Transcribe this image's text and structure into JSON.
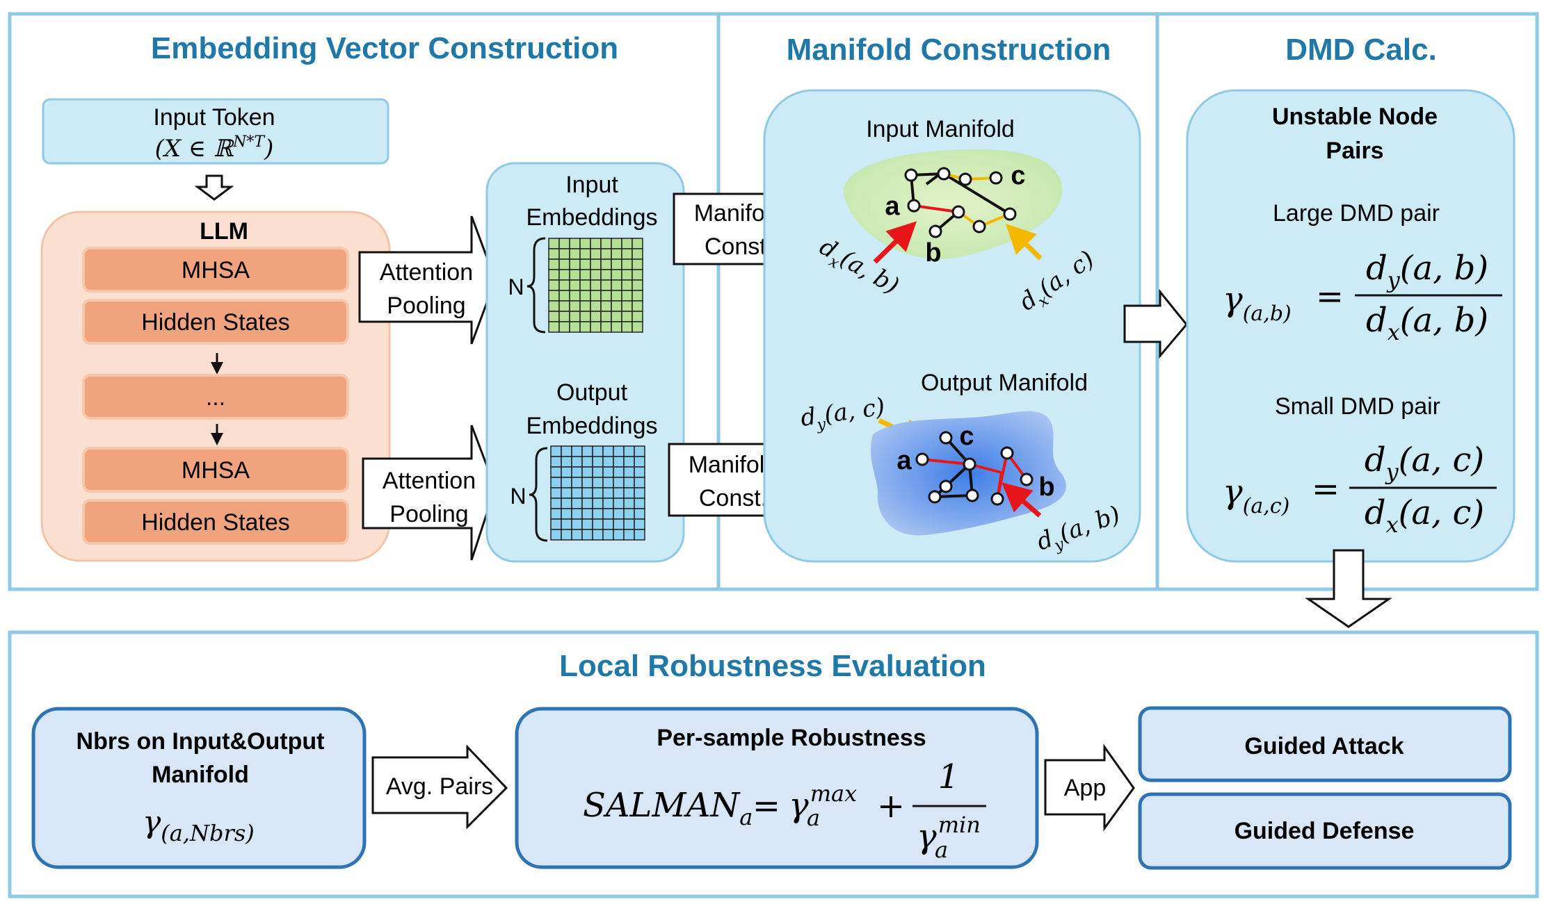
{
  "sections": {
    "embedding": "Embedding Vector Construction",
    "manifold": "Manifold Construction",
    "dmd": "DMD Calc.",
    "local": "Local Robustness Evaluation"
  },
  "input_token": {
    "line1": "Input Token",
    "line2": "(X ∈ ℝ",
    "sup": "N*T",
    "close": ")"
  },
  "llm": {
    "title": "LLM",
    "layers": [
      "MHSA",
      "Hidden States",
      "...",
      "MHSA",
      "Hidden States"
    ]
  },
  "arrows": {
    "attention_pooling_top": [
      "Attention",
      "Pooling"
    ],
    "attention_pooling_bottom": [
      "Attention",
      "Pooling"
    ],
    "manifold_const_top": [
      "Manifold",
      "Const."
    ],
    "manifold_const_bottom": [
      "Manifold",
      "Const."
    ],
    "avg_pairs": "Avg. Pairs",
    "app": "App"
  },
  "embeddings": {
    "input": [
      "Input",
      "Embeddings"
    ],
    "output": [
      "Output",
      "Embeddings"
    ],
    "n_label": "N"
  },
  "manifolds": {
    "input_title": "Input Manifold",
    "output_title": "Output Manifold",
    "node_a": "a",
    "node_b": "b",
    "node_c": "c",
    "dx_ab": "d",
    "dx_ab_sub": "x",
    "dx_ab_args": "(a, b)",
    "dx_ac": "d",
    "dx_ac_sub": "x",
    "dx_ac_args": "(a, c)",
    "dy_ac": "d",
    "dy_ac_sub": "y",
    "dy_ac_args": "(a, c)",
    "dy_ab": "d",
    "dy_ab_sub": "y",
    "dy_ab_args": "(a, b)"
  },
  "dmd": {
    "title_lines": [
      "Unstable Node",
      "Pairs"
    ],
    "large_label": "Large DMD pair",
    "small_label": "Small DMD pair",
    "gamma": "γ",
    "large_sub": "(a,b)",
    "small_sub": "(a,c)",
    "eq": "=",
    "num_d": "d",
    "num_sub": "y",
    "den_d": "d",
    "den_sub": "x",
    "large_args": "(a, b)",
    "small_args": "(a, c)"
  },
  "local": {
    "nbrs_lines": [
      "Nbrs on Input&Output",
      "Manifold"
    ],
    "nbrs_gamma": "γ",
    "nbrs_sub": "(a,Nbrs)",
    "per_sample_title": "Per-sample Robustness",
    "salman": "SALMAN",
    "salman_sub": "a",
    "eq": "=",
    "gamma": "γ",
    "max": "max",
    "min": "min",
    "sub_a": "a",
    "plus": "+",
    "one": "1",
    "guided_attack": "Guided Attack",
    "guided_defense": "Guided Defense"
  },
  "colors": {
    "frame": "#8ecae6",
    "title": "#1f78a8",
    "light_blue_fill": "#cdeaf7",
    "llm_fill": "#fbe0d2",
    "layer_fill": "#f0a37c",
    "input_matrix": "#b6df96",
    "output_matrix": "#8ed0ef",
    "box_blue_fill": "#d7e7f7",
    "box_blue_stroke": "#2e74b5"
  }
}
